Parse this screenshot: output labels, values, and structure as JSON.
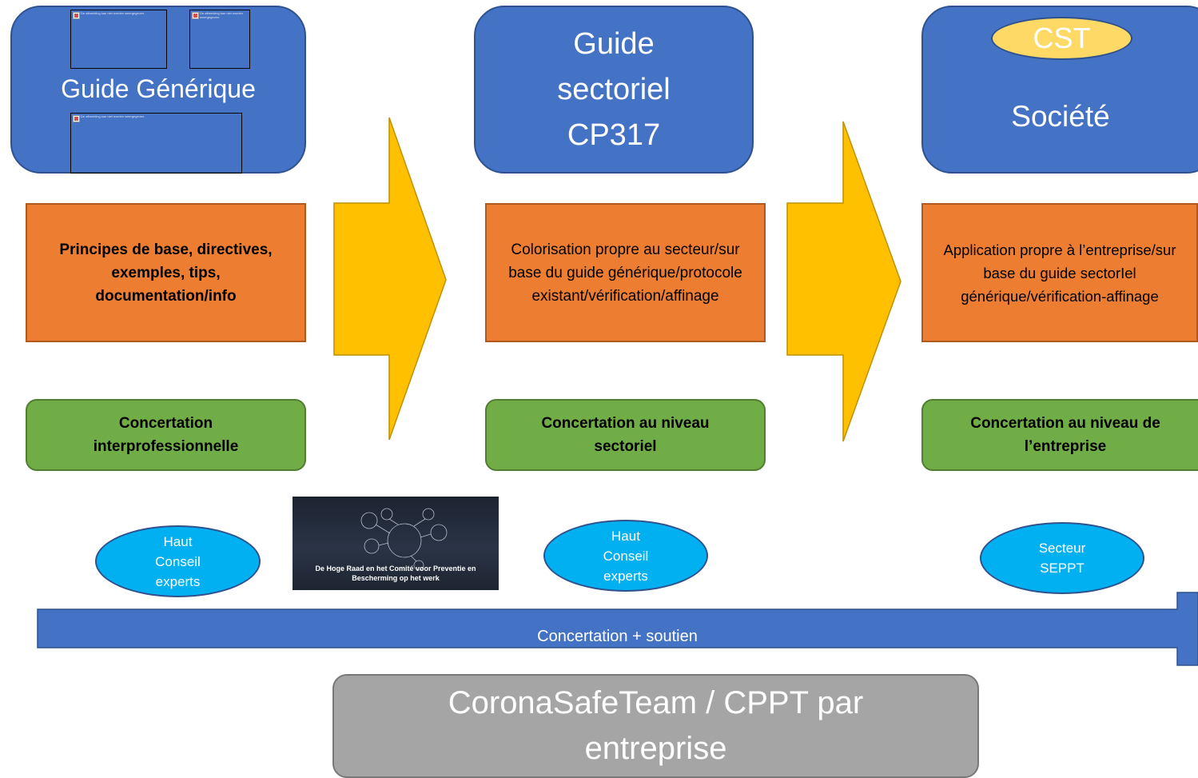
{
  "columns": [
    {
      "title": "Guide Générique",
      "description": "Principes de base, directives, exemples, tips, documentation/info",
      "concertation": "Concertation interprofessionnelle",
      "actor": "Haut\nConseil\nexperts"
    },
    {
      "title": "Guide\nsectoriel\nCP317",
      "description": "Colorisation propre au secteur/sur base du guide générique/protocole existant/vérification/affinage",
      "concertation": "Concertation au niveau sectoriel",
      "actor": "Haut\nConseil\nexperts"
    },
    {
      "title": "Société",
      "badge": "CST",
      "description": "Application propre à l’entreprise/sur base du guide sectorIel générique/vérification-affinage",
      "concertation": "Concertation au niveau de l’entreprise",
      "actor": "Secteur\nSEPPT"
    }
  ],
  "photo_caption": "De Hoge Raad en het Comité voor Preventie en Bescherming op het werk",
  "placeholder_text": "De afbeelding kan niet worden weergegeven.",
  "bottom_arrow_label": "Concertation + soutien",
  "footer_box": "CoronaSafeTeam  / CPPT par entreprise",
  "colors": {
    "blue": "#4472c4",
    "orange": "#ed7d31",
    "green": "#70ad47",
    "cyan": "#00b0f0",
    "yellow": "#ffc000",
    "grey": "#a5a5a5",
    "badge": "#ffd966"
  }
}
